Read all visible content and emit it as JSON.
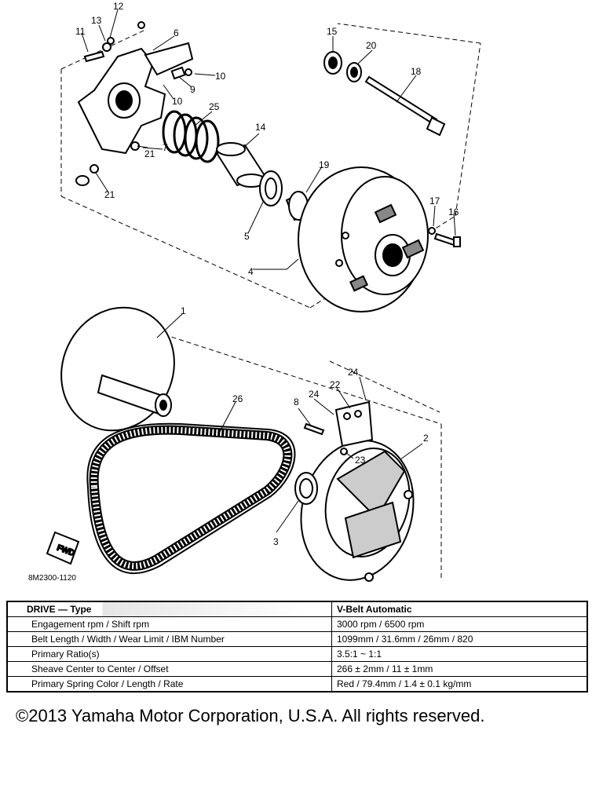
{
  "figure_id": "8M2300-1120",
  "callouts": [
    "1",
    "2",
    "3",
    "4",
    "5",
    "6",
    "7",
    "8",
    "9",
    "10",
    "10",
    "11",
    "12",
    "13",
    "14",
    "15",
    "16",
    "17",
    "18",
    "19",
    "20",
    "21",
    "21",
    "22",
    "23",
    "24",
    "24",
    "25",
    "26"
  ],
  "fwd_label": "FWD",
  "spec_table": {
    "rows": [
      {
        "label": "DRIVE — Type",
        "value": "V-Belt Automatic"
      },
      {
        "label": "Engagement rpm / Shift rpm",
        "value": "3000 rpm / 6500 rpm"
      },
      {
        "label": "Belt Length / Width / Wear Limit / IBM Number",
        "value": "1099mm / 31.6mm / 26mm / 820"
      },
      {
        "label": "Primary Ratio(s)",
        "value": "3.5:1 ~ 1:1"
      },
      {
        "label": "Sheave Center to Center / Offset",
        "value": "266 ± 2mm / 11 ± 1mm"
      },
      {
        "label": "Primary Spring Color / Length / Rate",
        "value": "Red / 79.4mm / 1.4 ± 0.1 kg/mm"
      }
    ]
  },
  "copyright": "©2013 Yamaha Motor Corporation, U.S.A. All rights reserved."
}
